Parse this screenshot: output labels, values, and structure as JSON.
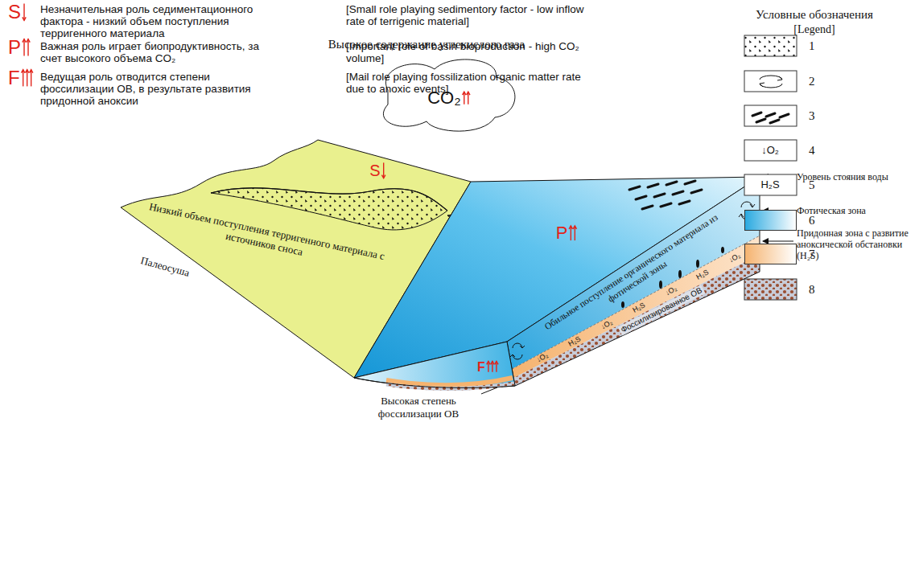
{
  "diagram": {
    "labels": [
      "S",
      "Незначительная роль седиментационного фактора - низкий объем поступления терригенного материала",
      "[Small role playing sedimentory factor - low inflow rate of terrigenic material]",
      "P",
      "Важная роль играет биопродуктивность, за счет высокого объема CO₂",
      "[Important role of basin bioproduction - high CO₂ volume]",
      "F",
      "Ведущая роль отводится степени фоссилизации ОВ, в результате развития придонной аноксии",
      "[Mail role playing fossilization organic matter rate due to anoxic events]",
      "Условные обозначения",
      "[Legend]",
      "↓O₂",
      "H₂S",
      "Высокое содержание углекислого газа",
      "CO₂",
      "S",
      "Низкий объем поступления терригенного материала с источников сноса",
      "Палеосуша",
      "P",
      "Уровень стояния воды",
      "Фотическая зона",
      "Придонная зона с развитие аноксической обстановки (H₂S)",
      "Обильное поступление органического материала из фотической зоны",
      "↓O₂",
      "H₂S",
      "↓O₂",
      "H₂S",
      "↓O₂",
      "H₂S",
      "↓O₂",
      "Фоссилизированное ОВ",
      "Высокая степень фоссилизации ОВ",
      "F"
    ],
    "legend": [
      {
        "text": "1"
      },
      {
        "text": "2"
      },
      {
        "text": "3"
      },
      {
        "text": "4"
      },
      {
        "text": "5"
      },
      {
        "text": "6",
        "color": "#2aa9e0"
      },
      {
        "text": "7",
        "color": "#f5b36f"
      },
      {
        "text": "8"
      }
    ]
  }
}
